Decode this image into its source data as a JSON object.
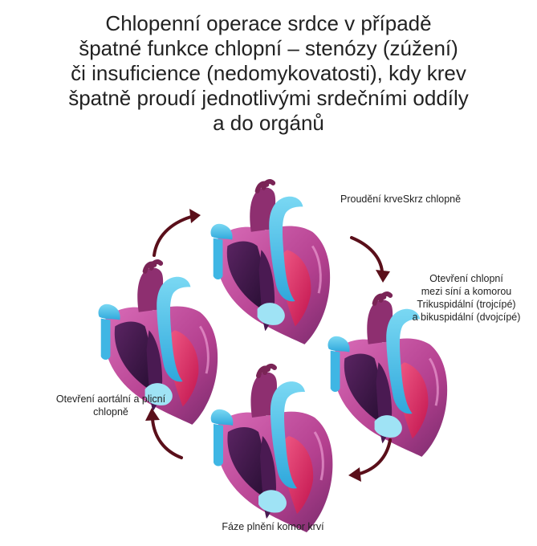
{
  "title_lines": [
    "Chlopenní operace srdce v případě",
    "špatné funkce chlopní – stenózy (zúžení)",
    "či insuficience (nedomykovatosti), kdy krev",
    "špatně proudí jednotlivými srdečními oddíly",
    "a do orgánů"
  ],
  "captions": {
    "top_right": "Proudění krveSkrz chlopně",
    "right": [
      "Otevření chlopní",
      "mezi síní a komorou",
      "Trikuspidální (trojcípé)",
      "a bikuspidální (dvojcípé)"
    ],
    "left": [
      "Otevření aortální a plicní",
      "chlopně"
    ],
    "bottom": "Fáze plnění komor krví"
  },
  "colors": {
    "myocardium": "#c24a9e",
    "myocardium_dark": "#7a2b6d",
    "inner_dark": "#3b1446",
    "blue_vessel": "#4fc8ec",
    "blue_light": "#9fe3f5",
    "red_chamber": "#e0336a",
    "aorta": "#8e2f70",
    "arrow": "#5a0f1a"
  }
}
